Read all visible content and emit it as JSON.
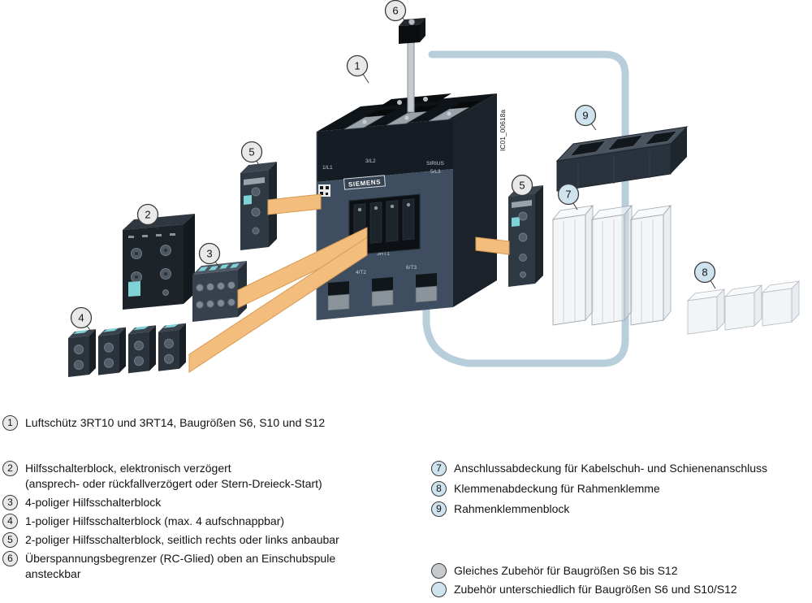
{
  "diagram": {
    "device": {
      "brand": "SIEMENS",
      "series": "SIRIUS",
      "type": "3RT1",
      "drawing_id": "IC01_00618a",
      "terminals": [
        "1/L1",
        "3/L2",
        "5/L3",
        "4/T2",
        "6/T3"
      ]
    },
    "callouts": [
      {
        "num": "1",
        "variant": "gray"
      },
      {
        "num": "2",
        "variant": "gray"
      },
      {
        "num": "3",
        "variant": "gray"
      },
      {
        "num": "4",
        "variant": "gray"
      },
      {
        "num": "5",
        "variant": "gray"
      },
      {
        "num": "5",
        "variant": "gray"
      },
      {
        "num": "6",
        "variant": "gray"
      },
      {
        "num": "7",
        "variant": "blue"
      },
      {
        "num": "8",
        "variant": "blue"
      },
      {
        "num": "9",
        "variant": "blue"
      }
    ]
  },
  "legend": {
    "left": [
      {
        "num": "1",
        "variant": "gray",
        "lines": [
          "Luftschütz 3RT10 und 3RT14, Baugrößen S6, S10 und S12"
        ]
      },
      {
        "num": "2",
        "variant": "gray",
        "lines": [
          "Hilfsschalterblock, elektronisch verzögert",
          "(ansprech- oder rückfallverzögert oder Stern-Dreieck-Start)"
        ]
      },
      {
        "num": "3",
        "variant": "gray",
        "lines": [
          "4-poliger Hilfsschalterblock"
        ]
      },
      {
        "num": "4",
        "variant": "gray",
        "lines": [
          "1-poliger Hilfsschalterblock (max. 4 aufschnappbar)"
        ]
      },
      {
        "num": "5",
        "variant": "gray",
        "lines": [
          "2-poliger Hilfsschalterblock, seitlich rechts oder links anbaubar"
        ]
      },
      {
        "num": "6",
        "variant": "gray",
        "lines": [
          "Überspannungsbegrenzer (RC-Glied) oben an Einschubspule",
          "ansteckbar"
        ]
      }
    ],
    "right": [
      {
        "num": "7",
        "variant": "blue",
        "lines": [
          "Anschlussabdeckung für Kabelschuh- und Schienenanschluss"
        ]
      },
      {
        "num": "8",
        "variant": "blue",
        "lines": [
          "Klemmenabdeckung für Rahmenklemme"
        ]
      },
      {
        "num": "9",
        "variant": "blue",
        "lines": [
          "Rahmenklemmenblock"
        ]
      }
    ],
    "key": [
      {
        "variant": "graykey",
        "text": "Gleiches Zubehör für Baugrößen S6 bis S12"
      },
      {
        "variant": "blue",
        "text": "Zubehör unterschiedlich für Baugrößen S6 und S10/S12"
      }
    ]
  },
  "colors": {
    "callout_gray": "#e9e9e9",
    "callout_blue": "#cfe3ee",
    "tube_blue": "#b9cedb",
    "ribbon_orange": "#f2bd7d",
    "accent_teal": "#7fd2d5",
    "device_front": "#3f4d60"
  }
}
